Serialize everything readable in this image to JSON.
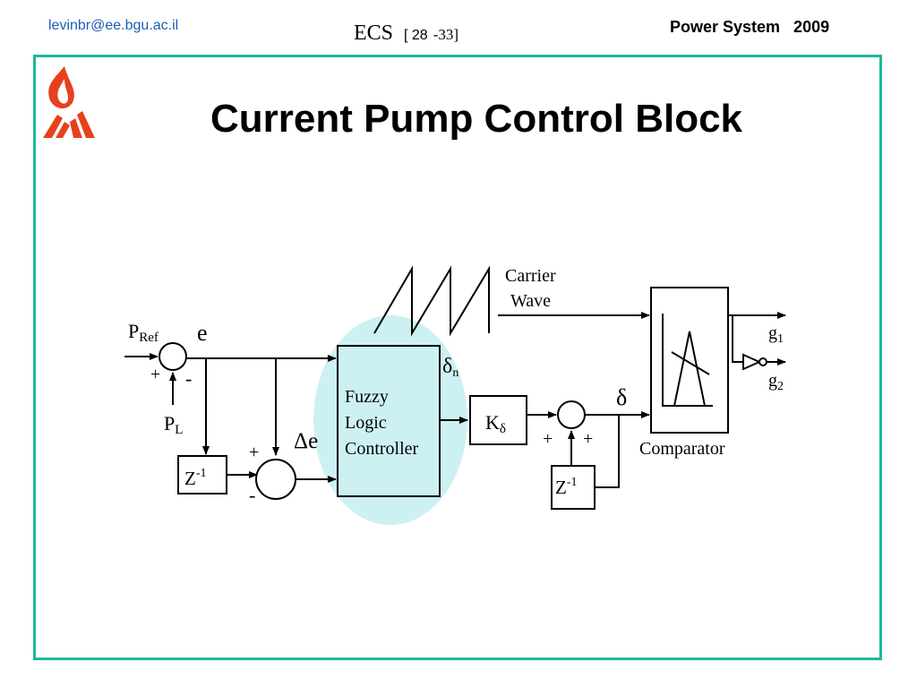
{
  "header": {
    "email": "levinbr@ee.bgu.ac.il",
    "course": "ECS",
    "page_current": "[ 28",
    "page_total": "-33]",
    "topic": "Power System   2009"
  },
  "slide": {
    "title": "Current Pump Control Block"
  },
  "diagram": {
    "p_ref": "P",
    "p_ref_sub": "Ref",
    "p_l": "P",
    "p_l_sub": "L",
    "e": "e",
    "delta_e": "Δe",
    "plus": "+",
    "minus": "-",
    "z": "Z",
    "z_exp": "-1",
    "flc": [
      "Fuzzy",
      "Logic",
      "Controller"
    ],
    "delta_n": "δ",
    "delta_n_sub": "n",
    "k": "K",
    "k_sub": "δ",
    "delta": "δ",
    "carrier": [
      "Carrier",
      "Wave"
    ],
    "comparator": "Comparator",
    "g1": "g",
    "g1_sub": "1",
    "g2": "g",
    "g2_sub": "2"
  },
  "colors": {
    "frame": "#1db899",
    "email": "#1d5db5",
    "flc_highlight": "#cdf1f3",
    "logo": "#e8401c"
  }
}
